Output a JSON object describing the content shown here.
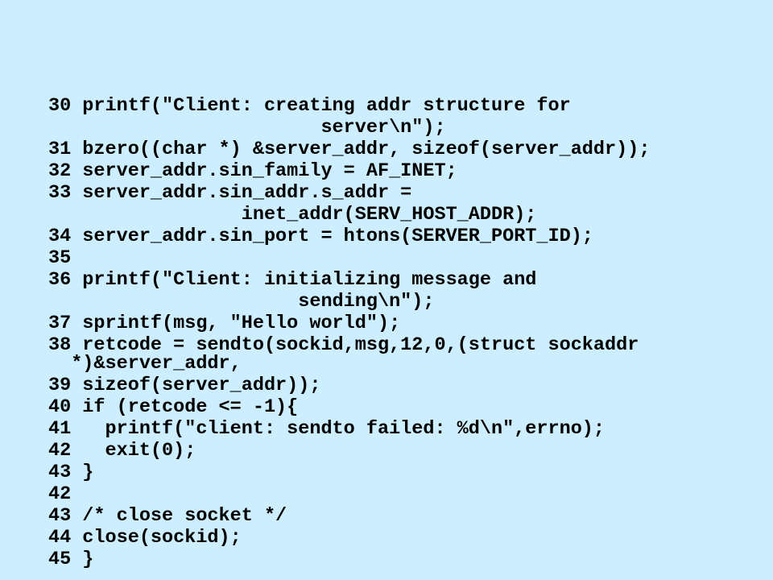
{
  "slide": {
    "code_lines": [
      "30 printf(\"Client: creating addr structure for",
      "                        server\\n\");",
      "31 bzero((char *) &server_addr, sizeof(server_addr));",
      "32 server_addr.sin_family = AF_INET;",
      "33 server_addr.sin_addr.s_addr =",
      "                 inet_addr(SERV_HOST_ADDR);",
      "34 server_addr.sin_port = htons(SERVER_PORT_ID);",
      "35",
      "36 printf(\"Client: initializing message and",
      "                      sending\\n\");",
      "37 sprintf(msg, \"Hello world\");",
      "38 retcode = sendto(sockid,msg,12,0,(struct sockaddr",
      "  *)&server_addr,",
      "39 sizeof(server_addr));",
      "40 if (retcode <= -1){",
      "41   printf(\"client: sendto failed: %d\\n\",errno);",
      "42   exit(0);",
      "43 }",
      "42",
      "43 /* close socket */",
      "44 close(sockid);",
      "45 }"
    ]
  }
}
